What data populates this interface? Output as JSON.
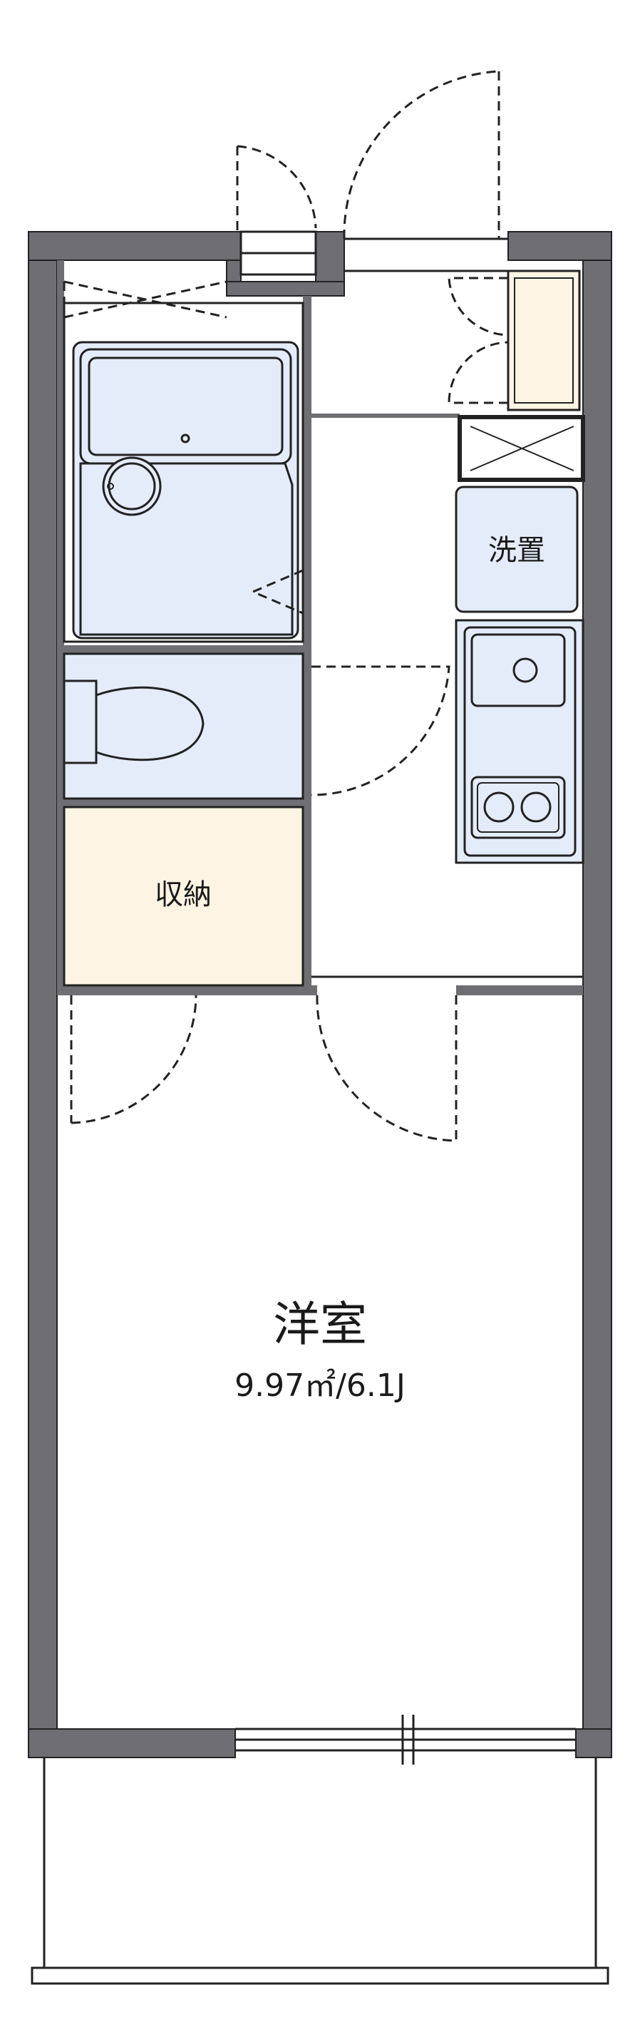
{
  "rooms": {
    "western_room": {
      "name": "洋室",
      "area": "9.97㎡/6.1J"
    },
    "storage": {
      "name": "収納"
    },
    "laundry": {
      "name": "洗置"
    }
  },
  "colors": {
    "wall": "#6e6e73",
    "wet_area": "#e4ecf9",
    "storage": "#fdf4e3",
    "line": "#222222"
  },
  "icons": [
    "bathtub-icon",
    "washbasin-icon",
    "toilet-icon",
    "kitchen-sink-icon",
    "stove-icon",
    "shoe-cabinet-icon",
    "sliding-door-icon",
    "swing-door-icon"
  ]
}
